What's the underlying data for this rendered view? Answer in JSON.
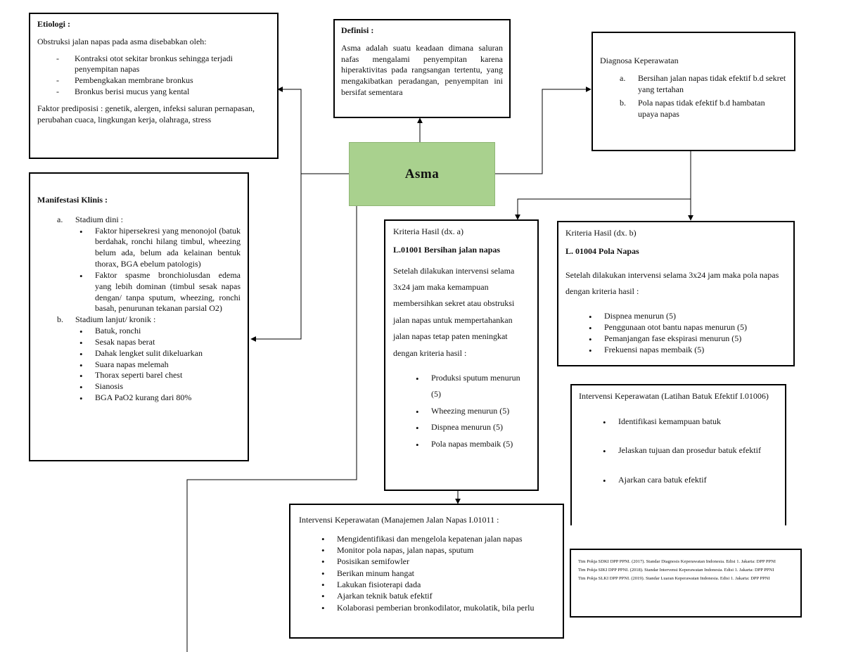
{
  "center": {
    "label": "Asma",
    "color": "#a9d18e"
  },
  "etiologi": {
    "title": "Etiologi :",
    "intro": "Obstruksi jalan napas pada asma disebabkan oleh:",
    "items": [
      "Kontraksi otot sekitar bronkus sehingga terjadi penyempitan napas",
      "Pembengkakan membrane bronkus",
      "Bronkus berisi mucus yang kental"
    ],
    "faktor": "Faktor prediposisi : genetik, alergen, infeksi saluran pernapasan, perubahan cuaca, lingkungan kerja, olahraga, stress"
  },
  "definisi": {
    "title": "Definisi :",
    "text": "Asma adalah suatu keadaan dimana saluran nafas mengalami penyempitan karena hiperaktivitas pada rangsangan tertentu, yang mengakibatkan peradangan, penyempitan ini bersifat sementara"
  },
  "diagnosa": {
    "title": "Diagnosa Keperawatan",
    "items": [
      {
        "marker": "a.",
        "text": "Bersihan jalan napas tidak efektif b.d sekret yang tertahan"
      },
      {
        "marker": "b.",
        "text": "Pola napas tidak efektif b.d hambatan upaya napas"
      }
    ]
  },
  "manifestasi": {
    "title": "Manifestasi Klinis :",
    "stadium_a": {
      "marker": "a.",
      "label": "Stadium dini :",
      "items": [
        "Faktor hipersekresi yang menonojol (batuk berdahak, ronchi hilang timbul, wheezing belum ada, belum ada kelainan bentuk thorax, BGA ebelum patologis)",
        "Faktor spasme bronchiolusdan edema yang lebih dominan (timbul sesak napas dengan/ tanpa sputum, wheezing, ronchi basah, penurunan tekanan parsial O2)"
      ]
    },
    "stadium_b": {
      "marker": "b.",
      "label": "Stadium lanjut/ kronik :",
      "items": [
        "Batuk, ronchi",
        "Sesak napas berat",
        "Dahak lengket sulit dikeluarkan",
        "Suara napas melemah",
        "Thorax seperti barel chest",
        "Sianosis",
        "BGA PaO2 kurang dari 80%"
      ]
    }
  },
  "kriteria_a": {
    "header": "Kriteria Hasil (dx. a)",
    "code": "L.01001 Bersihan jalan napas",
    "text": "Setelah dilakukan intervensi selama 3x24 jam maka kemampuan membersihkan sekret atau obstruksi jalan napas untuk mempertahankan jalan napas tetap paten meningkat dengan kriteria hasil :",
    "items": [
      "Produksi sputum menurun (5)",
      "Wheezing menurun (5)",
      "Dispnea menurun (5)",
      "Pola napas membaik (5)"
    ]
  },
  "kriteria_b": {
    "header": "Kriteria Hasil (dx. b)",
    "code": "L. 01004 Pola Napas",
    "text": "Setelah dilakukan intervensi selama 3x24 jam maka pola napas dengan kriteria hasil :",
    "items": [
      "Dispnea menurun (5)",
      "Penggunaan otot bantu napas menurun (5)",
      "Pemanjangan fase ekspirasi menurun (5)",
      "Frekuensi napas membaik (5)"
    ]
  },
  "intervensi_batuk": {
    "title": "Intervensi Keperawatan (Latihan Batuk Efektif I.01006)",
    "items": [
      "Identifikasi kemampuan batuk",
      "Jelaskan tujuan dan prosedur batuk efektif",
      "Ajarkan cara batuk efektif"
    ]
  },
  "intervensi_jalan_napas": {
    "title": "Intervensi Keperawatan (Manajemen Jalan Napas I.01011 :",
    "items": [
      "Mengidentifikasi dan mengelola kepatenan jalan napas",
      "Monitor pola napas, jalan napas, sputum",
      "Posisikan semifowler",
      "Berikan minum hangat",
      "Lakukan fisioterapi dada",
      "Ajarkan teknik batuk efektif",
      "Kolaborasi pemberian bronkodilator, mukolatik, bila perlu"
    ]
  },
  "referensi": [
    "Tim Pokja SDKI DPP PPNI. (2017). Standar Diagnosis Keperawatan Indonesia. Edisi 1. Jakarta: DPP PPNI",
    "Tim Pokja SIKI DPP PPNI. (2018). Standar Intervensi Keperawatan Indonesia. Edisi 1. Jakarta: DPP PPNI",
    "Tim Pokja SLKI DPP PPNI. (2019). Standar Luaran Keperawatan Indonesia. Edisi 1. Jakarta: DPP PPNI"
  ]
}
